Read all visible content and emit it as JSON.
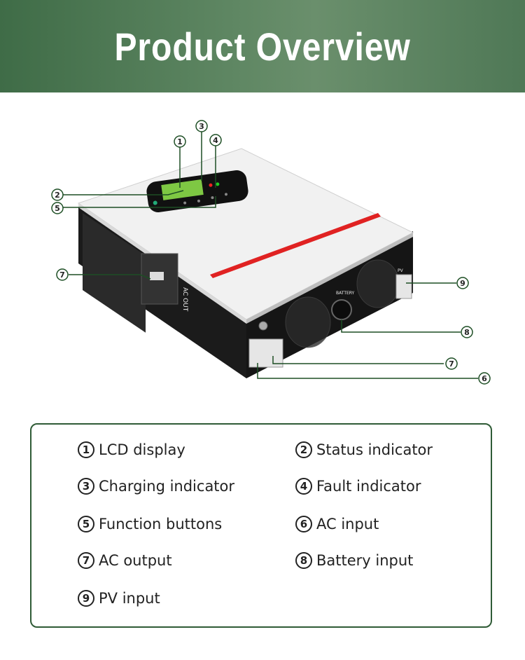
{
  "header": {
    "title": "Product Overview"
  },
  "device": {
    "ac_out_label": "AC OUT",
    "battery_label": "BATTERY",
    "pv_label": "PV"
  },
  "callouts": [
    {
      "num": "1"
    },
    {
      "num": "3"
    },
    {
      "num": "4"
    },
    {
      "num": "2"
    },
    {
      "num": "5"
    },
    {
      "num": "7"
    },
    {
      "num": "9"
    },
    {
      "num": "8"
    },
    {
      "num": "7"
    },
    {
      "num": "6"
    }
  ],
  "legend": {
    "items": [
      {
        "num": "1",
        "label": "LCD display"
      },
      {
        "num": "2",
        "label": "Status indicator"
      },
      {
        "num": "3",
        "label": "Charging indicator"
      },
      {
        "num": "4",
        "label": "Fault indicator"
      },
      {
        "num": "5",
        "label": "Function buttons"
      },
      {
        "num": "6",
        "label": "AC input"
      },
      {
        "num": "7",
        "label": "AC output"
      },
      {
        "num": "8",
        "label": "Battery input"
      },
      {
        "num": "9",
        "label": "PV input"
      }
    ]
  },
  "colors": {
    "banner": "#4f7856",
    "accent_red": "#e02222",
    "legend_border": "#2f5b36",
    "lcd": "#7ec843"
  }
}
